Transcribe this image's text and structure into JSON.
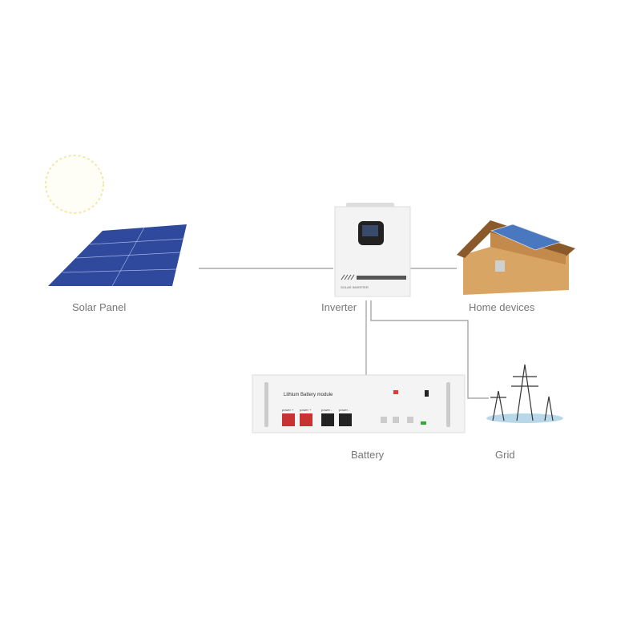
{
  "labels": {
    "solar_panel": "Solar Panel",
    "inverter": "Inverter",
    "home_devices": "Home devices",
    "battery": "Battery",
    "grid": "Grid"
  },
  "device_text": {
    "inverter_brand": "SOLAR INVERTER",
    "battery_title": "Lithium Battery module",
    "power_plus": "power +",
    "power_minus": "power -"
  }
}
